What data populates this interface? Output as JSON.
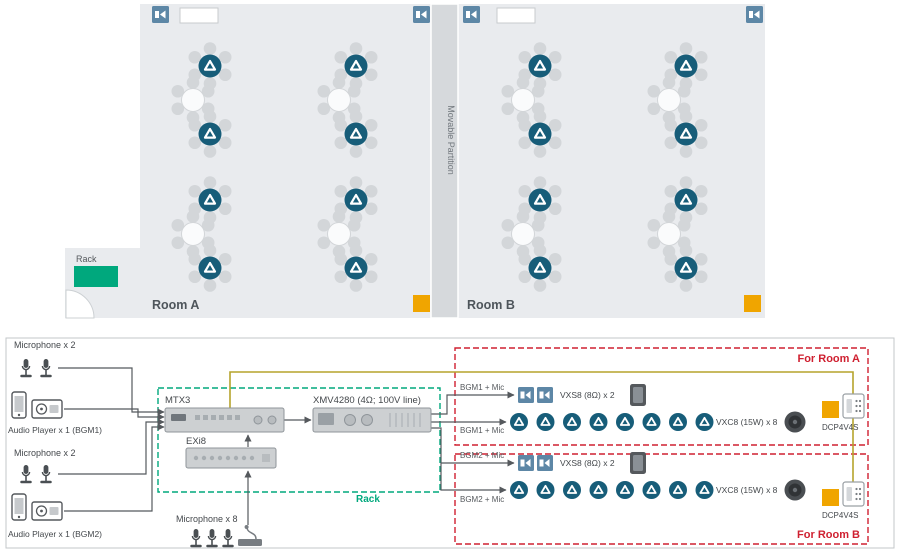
{
  "floorplan": {
    "rack_label": "Rack",
    "partition_label": "Movable Partition",
    "rooms": [
      {
        "label": "Room A"
      },
      {
        "label": "Room B"
      }
    ]
  },
  "system": {
    "sources": {
      "mic_pair_1": "Microphone x 2",
      "audio_player_1": "Audio Player x 1 (BGM1)",
      "mic_pair_2": "Microphone x 2",
      "audio_player_2": "Audio Player x 1 (BGM2)",
      "mic_group": "Microphone x 8"
    },
    "rack": {
      "label": "Rack",
      "mtx3_label": "MTX3",
      "exi8_label": "EXi8",
      "xmv_label": "XMV4280 (4Ω; 100V line)"
    },
    "room_a": {
      "label": "For Room A",
      "feed_top": "BGM1 + Mic",
      "feed_bottom": "BGM1 + Mic",
      "vxs8_label": "VXS8 (8Ω) x 2",
      "vxc8_label": "VXC8 (15W) x 8",
      "dcp_label": "DCP4V4S"
    },
    "room_b": {
      "label": "For Room B",
      "feed_top": "BGM2 + Mic",
      "feed_bottom": "BGM2 + Mic",
      "vxs8_label": "VXS8 (8Ω) x 2",
      "vxc8_label": "VXC8 (15W) x 8",
      "dcp_label": "DCP4V4S"
    }
  },
  "colors": {
    "ceiling_speaker_teal": "#175d79",
    "wall_speaker_blue": "#5d87a6",
    "rack_green": "#00a87d",
    "accent_orange": "#f0a500",
    "zone_red": "#cf2030",
    "control_line_olive": "#b5a32c",
    "signal_line_gray": "#55595d",
    "floor_gray": "#e9ebee"
  }
}
